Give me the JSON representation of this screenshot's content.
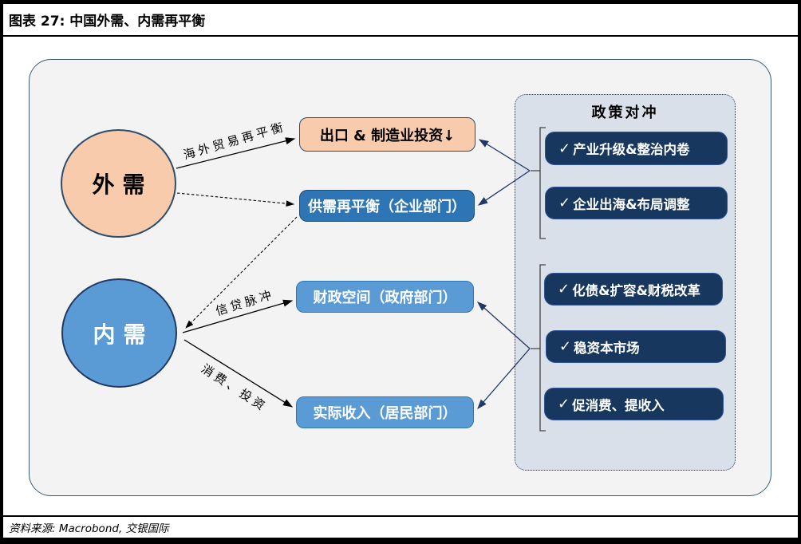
{
  "header": {
    "title": "图表 27: 中国外需、内需再平衡"
  },
  "footer": {
    "source": "资料来源: Macrobond, 交银国际"
  },
  "diagram": {
    "nodes": {
      "external_demand": "外需",
      "domestic_demand": "内需",
      "export_box": "出口 & 制造业投资↓",
      "supply_box": "供需再平衡（企业部门）",
      "fiscal_box": "财政空间（政府部门）",
      "income_box": "实际收入（居民部门）"
    },
    "edge_labels": {
      "overseas_trade": "海外贸易再平衡",
      "credit_impulse": "信贷脉冲",
      "consumption_investment": "消费、投资"
    },
    "policy_panel": {
      "title": "政策对冲",
      "check_icon": "✓",
      "items": [
        {
          "label": "产业升级&整治内卷"
        },
        {
          "label": "企业出海&布局调整"
        },
        {
          "label": "化债&扩容&财税改革"
        },
        {
          "label": "稳资本市场"
        },
        {
          "label": "促消费、提收入"
        }
      ]
    },
    "colors": {
      "peach": "#F8CBAD",
      "light_blue": "#5B9BD5",
      "mid_blue": "#2E75B6",
      "navy": "#17375E",
      "panel_bg": "#DAE0EA",
      "outline": "#2E4D6B",
      "arrow_navy": "#1F3864",
      "arrow_black": "#000000"
    }
  }
}
